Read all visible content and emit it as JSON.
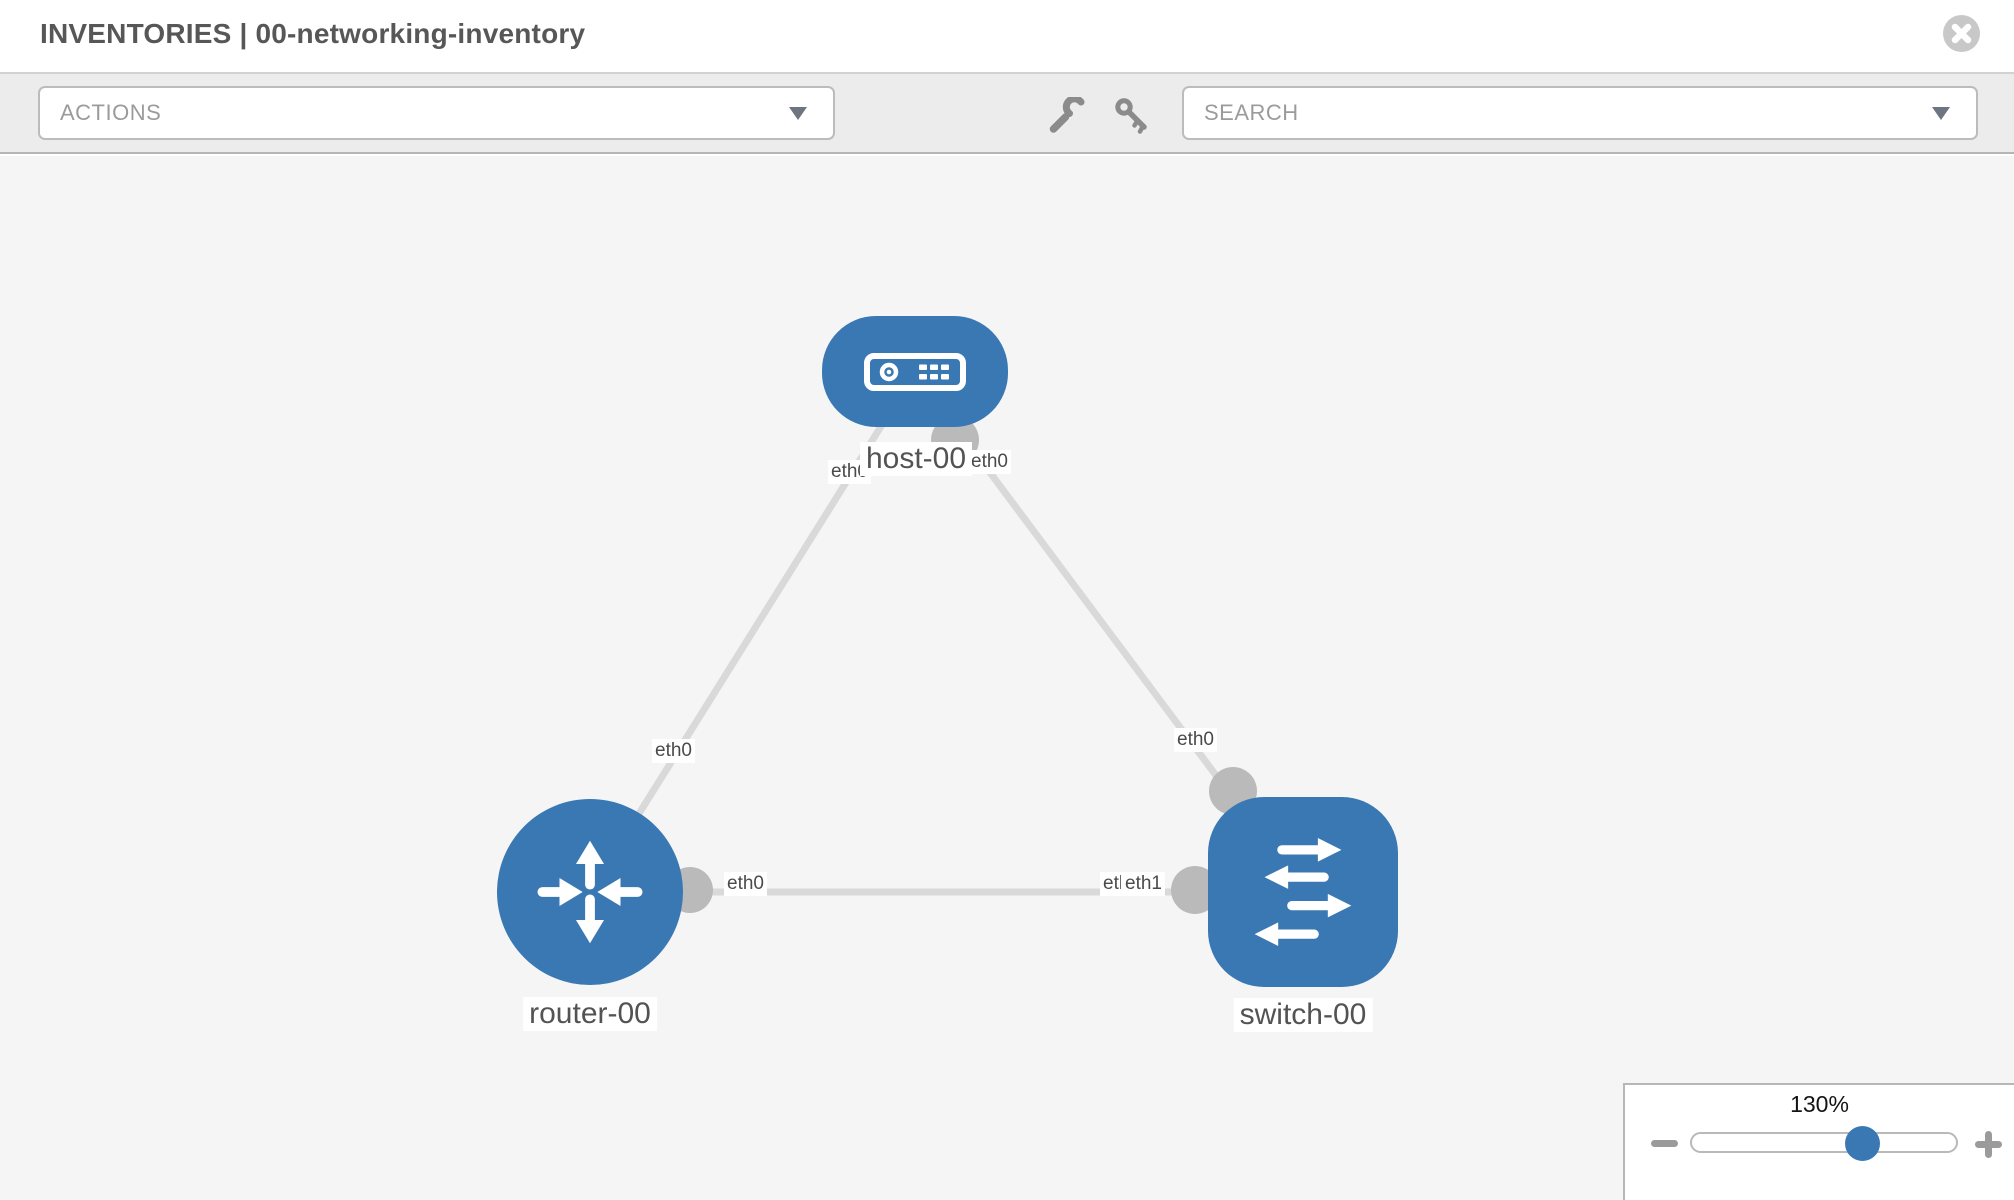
{
  "header": {
    "title": "INVENTORIES | 00-networking-inventory"
  },
  "toolbar": {
    "actions_label": "ACTIONS",
    "search_placeholder": "SEARCH",
    "tool_icons": [
      "wrench-icon",
      "key-icon"
    ]
  },
  "topology": {
    "nodes": [
      {
        "id": "host-00",
        "type": "host",
        "label": "host-00"
      },
      {
        "id": "router-00",
        "type": "router",
        "label": "router-00"
      },
      {
        "id": "switch-00",
        "type": "switch",
        "label": "switch-00"
      }
    ],
    "links": [
      {
        "from": "host-00",
        "to": "router-00",
        "from_interface": "eth0",
        "to_interface": "eth0"
      },
      {
        "from": "host-00",
        "to": "switch-00",
        "from_interface": "eth0",
        "to_interface": "eth0"
      },
      {
        "from": "router-00",
        "to": "switch-00",
        "from_interface": "eth0",
        "to_interface": "eth1"
      }
    ],
    "interface_labels": [
      {
        "text": "eth0"
      },
      {
        "text": "eth0"
      },
      {
        "text": "eth0"
      },
      {
        "text": "eth0"
      },
      {
        "text": "eth0"
      },
      {
        "text": "eth0"
      },
      {
        "text": "eth1"
      }
    ]
  },
  "zoom_control": {
    "value": "130%",
    "minus_icon": "minus",
    "plus_icon": "plus"
  },
  "colors": {
    "node_blue": "#3a78b4",
    "edge_gray": "#d9d9d9",
    "endpoint_gray": "#bababa",
    "toolbar_bg": "#ececec",
    "canvas_bg": "#f5f5f6"
  }
}
